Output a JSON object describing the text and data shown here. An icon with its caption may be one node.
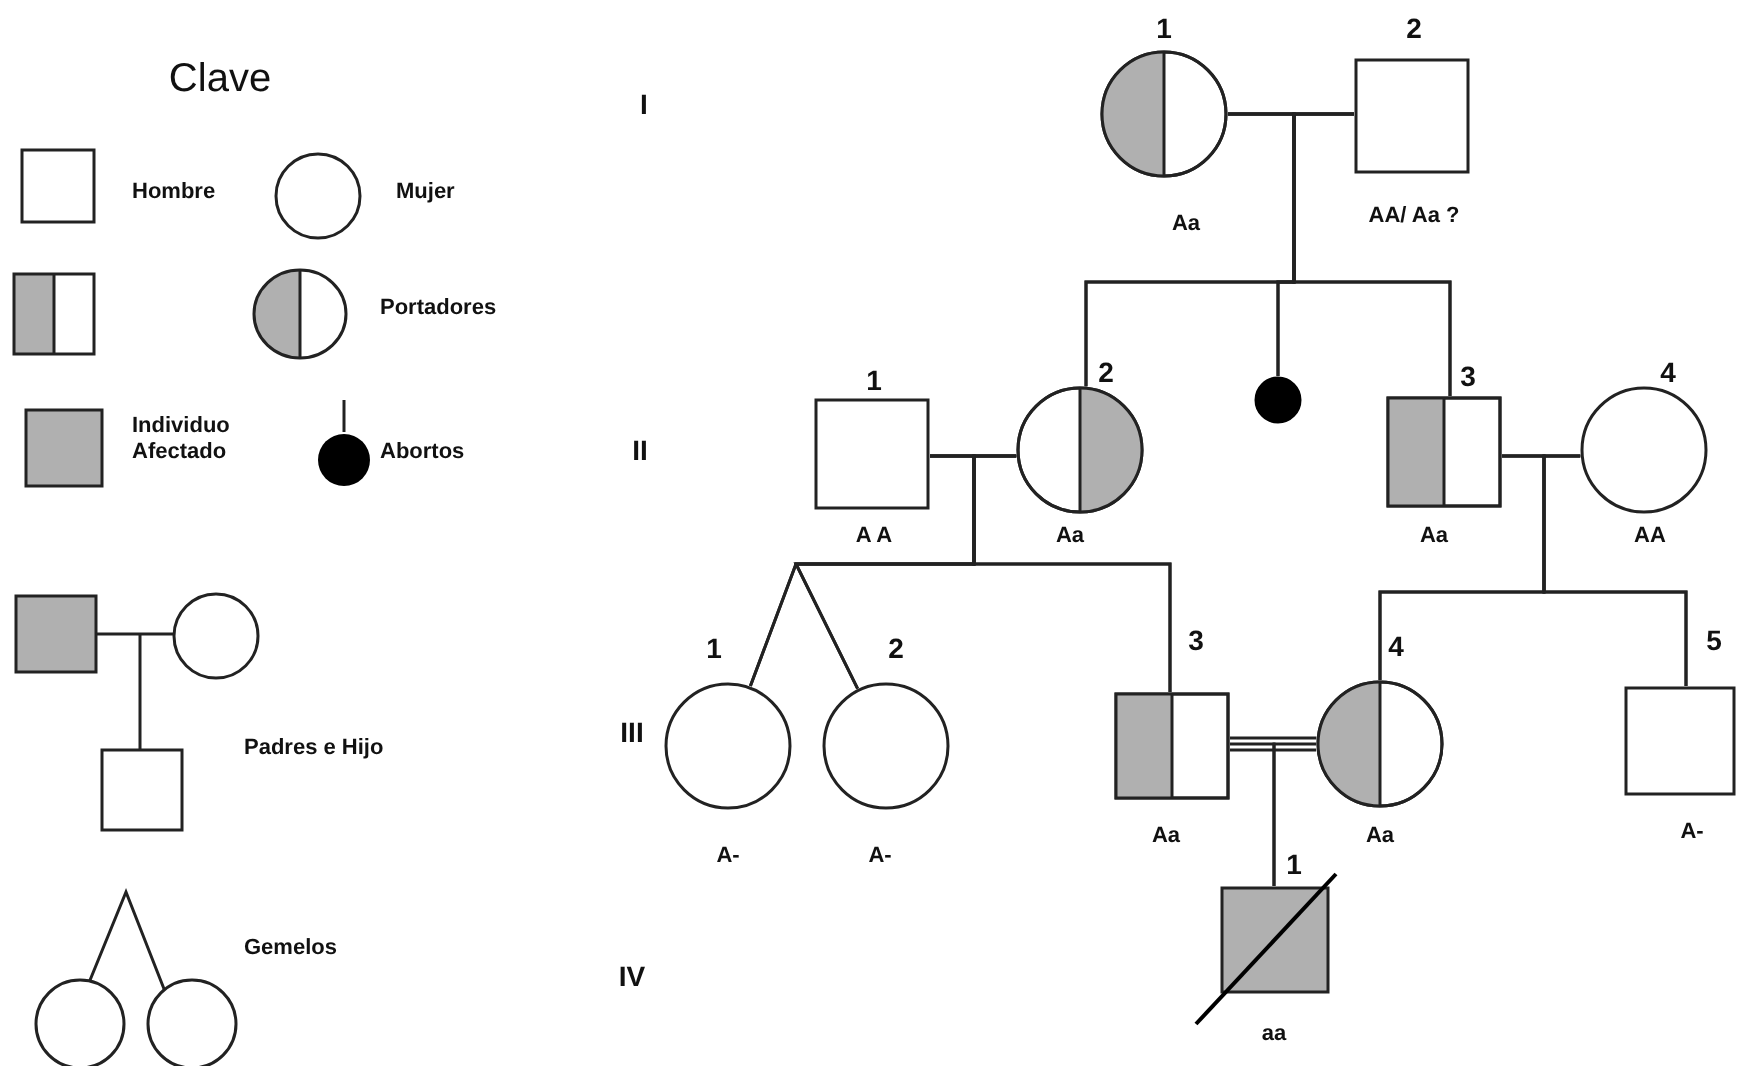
{
  "diagram": {
    "nodes": [
      {
        "text": [],
        "shape": "circle",
        "beside": [
          "1",
          "Aa"
        ]
      },
      {
        "text": [],
        "shape": "box",
        "beside": [
          "2",
          "AA/ Aa ?"
        ]
      },
      {
        "text": [],
        "shape": "box",
        "beside": [
          "1",
          "A A"
        ]
      },
      {
        "text": [],
        "shape": "circle",
        "beside": [
          "2",
          "Aa"
        ]
      },
      {
        "text": [],
        "shape": "circle"
      },
      {
        "text": [],
        "shape": "box",
        "beside": [
          "3",
          "Aa"
        ]
      },
      {
        "text": [],
        "shape": "circle",
        "beside": [
          "4",
          "AA"
        ]
      },
      {
        "text": [],
        "shape": "circle",
        "beside": [
          "1",
          "A-"
        ]
      },
      {
        "text": [],
        "shape": "circle",
        "beside": [
          "2",
          "A-"
        ]
      },
      {
        "text": [],
        "shape": "box",
        "beside": [
          "3",
          "Aa"
        ]
      },
      {
        "text": [],
        "shape": "circle",
        "beside": [
          "4",
          "Aa"
        ]
      },
      {
        "text": [],
        "shape": "box",
        "beside": [
          "5",
          "A-"
        ]
      },
      {
        "text": [],
        "shape": "box",
        "beside": [
          "1",
          "aa"
        ]
      }
    ],
    "edges": [
      {
        "from": 0,
        "to": 1,
        "arrow": "none"
      },
      {
        "from": 0,
        "to": 3,
        "arrow": "none"
      },
      {
        "from": 1,
        "to": 3,
        "arrow": "none"
      },
      {
        "from": 0,
        "to": 4,
        "arrow": "none"
      },
      {
        "from": 1,
        "to": 4,
        "arrow": "none"
      },
      {
        "from": 0,
        "to": 5,
        "arrow": "none"
      },
      {
        "from": 1,
        "to": 5,
        "arrow": "none"
      },
      {
        "from": 2,
        "to": 3,
        "arrow": "none"
      },
      {
        "from": 2,
        "to": 7,
        "arrow": "none"
      },
      {
        "from": 3,
        "to": 7,
        "arrow": "none"
      },
      {
        "from": 2,
        "to": 8,
        "arrow": "none"
      },
      {
        "from": 3,
        "to": 8,
        "arrow": "none"
      },
      {
        "from": 2,
        "to": 9,
        "arrow": "none"
      },
      {
        "from": 3,
        "to": 9,
        "arrow": "none"
      },
      {
        "from": 5,
        "to": 6,
        "arrow": "none"
      },
      {
        "from": 5,
        "to": 10,
        "arrow": "none"
      },
      {
        "from": 6,
        "to": 10,
        "arrow": "none"
      },
      {
        "from": 5,
        "to": 11,
        "arrow": "none"
      },
      {
        "from": 6,
        "to": 11,
        "arrow": "none"
      },
      {
        "from": 9,
        "to": 10,
        "arrow": "none"
      },
      {
        "from": 9,
        "to": 12,
        "arrow": "none"
      },
      {
        "from": 10,
        "to": 12,
        "arrow": "none"
      }
    ],
    "labels": [
      "Clave",
      "I",
      "II",
      "III",
      "IV"
    ],
    "legend": [
      {
        "text": "Hombre"
      },
      {
        "text": "Mujer"
      },
      {
        "text": "Portadores"
      },
      {
        "text": "Individuo Afectado"
      },
      {
        "text": "Abortos"
      },
      {
        "text": "Padres e Hijo"
      },
      {
        "text": "Gemelos"
      }
    ]
  }
}
